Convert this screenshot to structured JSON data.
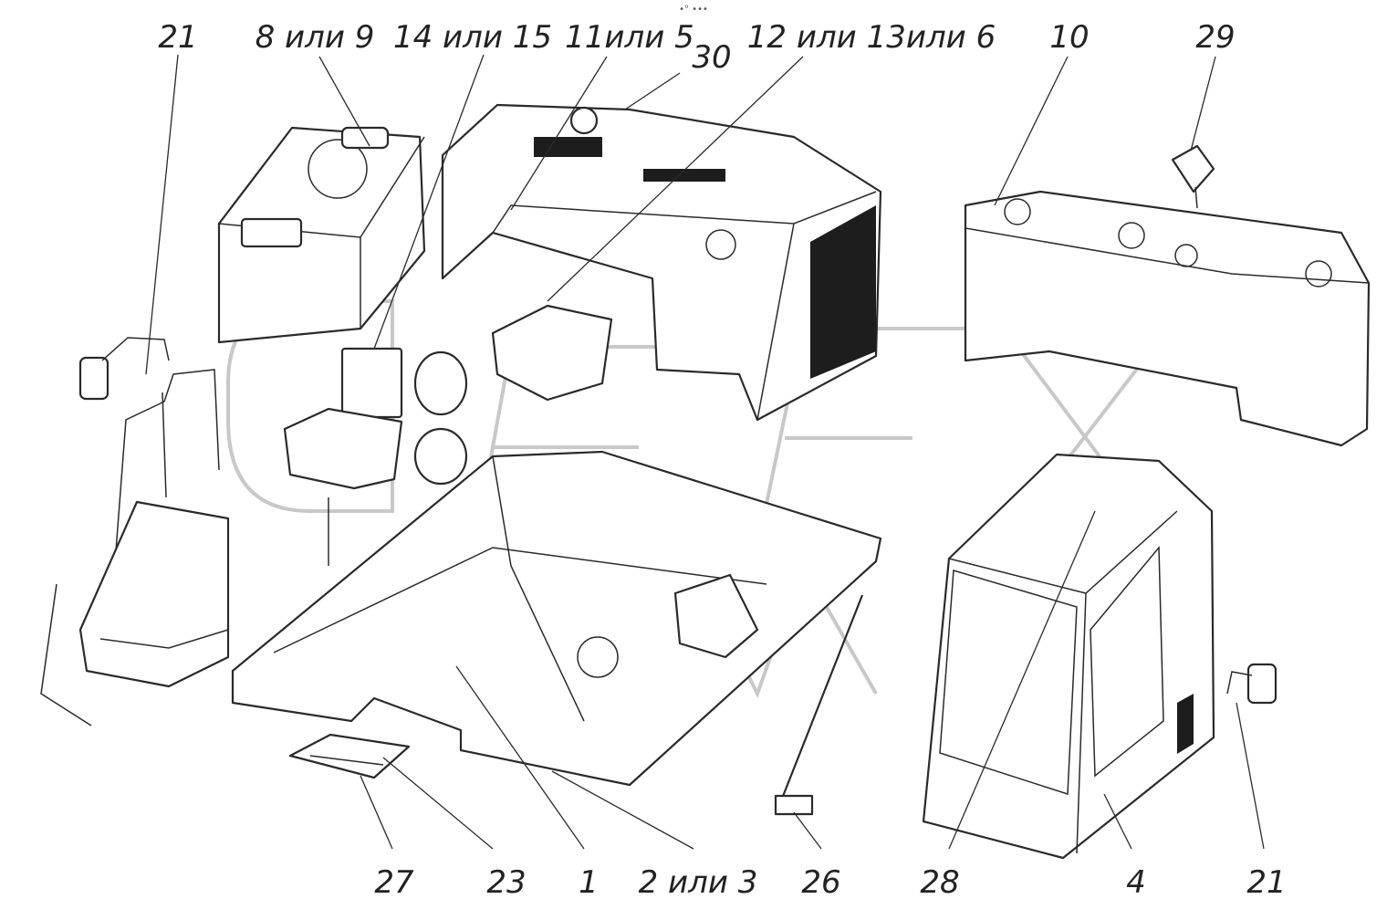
{
  "diagram": {
    "dot_marker": "•° •••",
    "callouts_top": [
      "21",
      "8 или 9",
      "14 или 15",
      "11или 5",
      "30",
      "12 или 13или 6",
      "10",
      "29"
    ],
    "callouts_bottom": [
      "27",
      "23",
      "1",
      "2 или 3",
      "26",
      "28",
      "4",
      "21"
    ],
    "colors": {
      "line": "#2a2a2a",
      "watermark": "#c8c8c8",
      "grille": "#1d1d1d"
    }
  }
}
